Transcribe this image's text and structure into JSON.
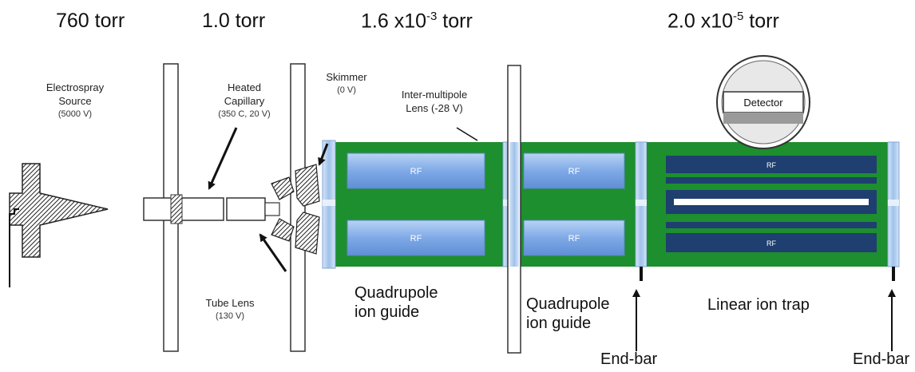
{
  "pressures": [
    {
      "base": "760 torr",
      "exp": ""
    },
    {
      "base": "1.0 torr",
      "exp": ""
    },
    {
      "base": "1.6 x10",
      "exp": "-3",
      "unit": " torr"
    },
    {
      "base": "2.0  x10",
      "exp": "-5",
      "unit": " torr"
    }
  ],
  "components": {
    "electrospray": {
      "name_line1": "Electrospray",
      "name_line2": "Source",
      "value": "(5000 V)"
    },
    "capillary": {
      "name_line1": "Heated",
      "name_line2": "Capillary",
      "value": "(350 C, 20 V)"
    },
    "skimmer": {
      "name": "Skimmer",
      "value": "(0 V)"
    },
    "inter_multipole": {
      "name_line1": "Inter-multipole",
      "name_line2": "Lens (-28 V)"
    },
    "tube_lens": {
      "name": "Tube Lens",
      "value": "(130 V)"
    },
    "detector": {
      "name": "Detector"
    }
  },
  "regions": {
    "quad1": {
      "line1": "Quadrupole",
      "line2": "ion guide"
    },
    "quad2": {
      "line1": "Quadrupole",
      "line2": "ion guide"
    },
    "trap": {
      "line1": "Linear ion trap"
    },
    "endbar1": "End-bar",
    "endbar2": "End-bar"
  },
  "rf_label": "RF",
  "colors": {
    "green": "#1d8f2e",
    "rf_light": "#8fb7ee",
    "rf_dark": "#1e3f6f",
    "lens": "#b7d2f0"
  }
}
